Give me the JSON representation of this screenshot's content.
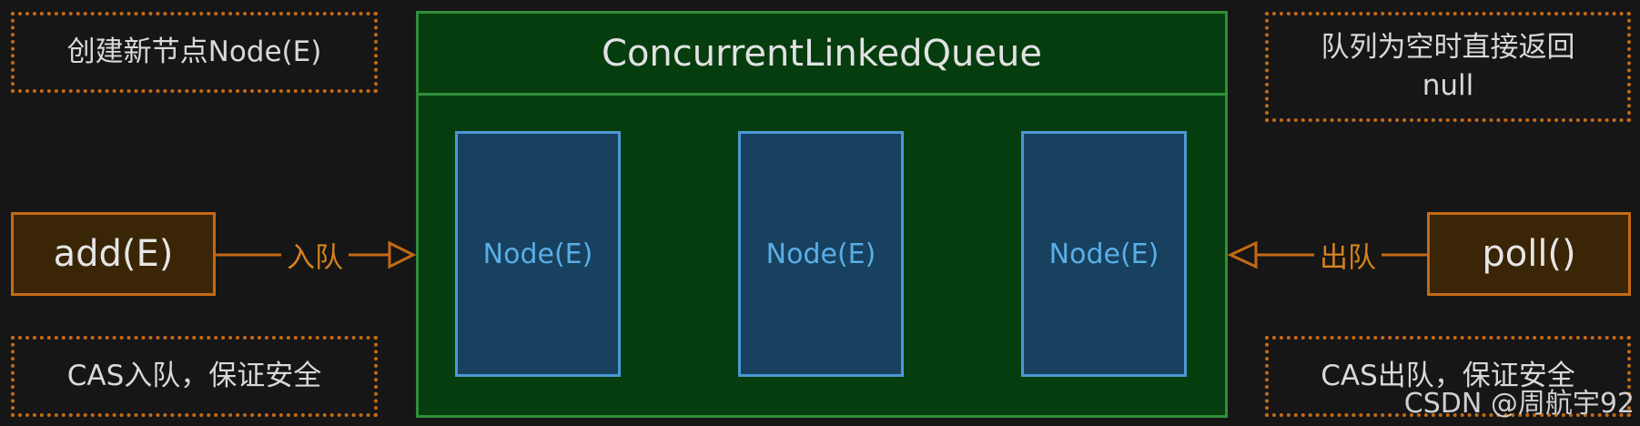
{
  "notes": {
    "create_node": "创建新节点Node(E)",
    "empty_return_line1": "队列为空时直接返回",
    "empty_return_line2": "null",
    "cas_enqueue": "CAS入队，保证安全",
    "cas_dequeue": "CAS出队，保证安全"
  },
  "queue": {
    "title": "ConcurrentLinkedQueue",
    "nodes": [
      "Node(E)",
      "Node(E)",
      "Node(E)"
    ]
  },
  "operations": {
    "add": "add(E)",
    "poll": "poll()"
  },
  "arrow_labels": {
    "enqueue": "入队",
    "dequeue": "出队"
  },
  "watermark": "CSDN @周航宇92",
  "colors": {
    "background": "#161616",
    "orange": "#c46a14",
    "green_border": "#2f8f3a",
    "green_fill": "#063d0e",
    "node_border": "#4c98d4",
    "node_fill": "#17415f"
  }
}
